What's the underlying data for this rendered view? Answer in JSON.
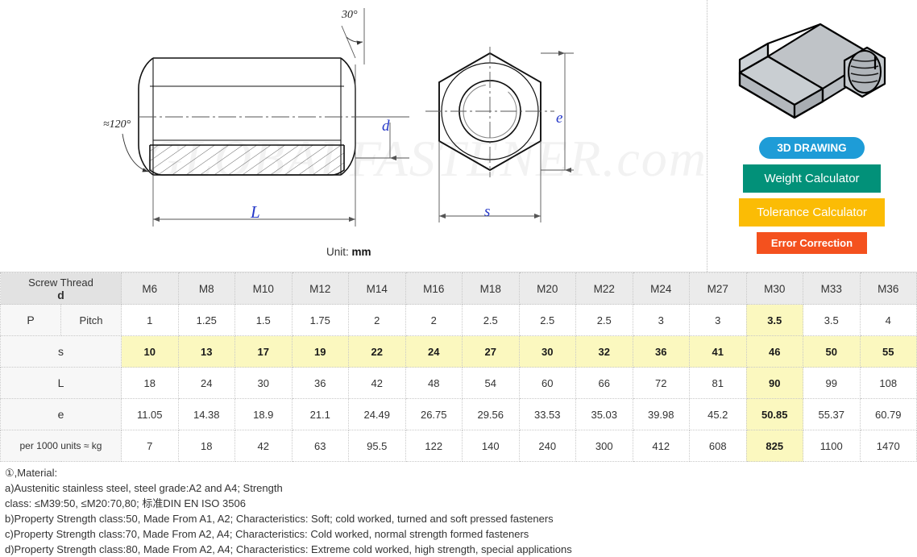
{
  "drawing": {
    "watermark": "GLOBALFASTENER.com",
    "angle_top": "30°",
    "angle_left": "≈120°",
    "label_d": "d",
    "label_e": "e",
    "label_s": "s",
    "label_L": "L",
    "unit_prefix": "Unit:",
    "unit_value": "mm"
  },
  "side_panel": {
    "product_image": "hex-coupling-nut-3d",
    "buttons": [
      {
        "label": "3D DRAWING",
        "color": "#1e9cd7",
        "name": "3d-drawing-button"
      },
      {
        "label": "Weight Calculator",
        "color": "#029179",
        "name": "weight-calculator-button"
      },
      {
        "label": "Tolerance Calculator",
        "color": "#fbbc05",
        "name": "tolerance-calculator-button"
      },
      {
        "label": "Error Correction",
        "color": "#f4511e",
        "name": "error-correction-button"
      }
    ]
  },
  "table": {
    "header_label_line1": "Screw Thread",
    "header_label_line2": "d",
    "sizes": [
      "M6",
      "M8",
      "M10",
      "M12",
      "M14",
      "M16",
      "M18",
      "M20",
      "M22",
      "M24",
      "M27",
      "M30",
      "M33",
      "M36"
    ],
    "p_symbol": "P",
    "rows": [
      {
        "label": "Pitch",
        "values": [
          "1",
          "1.25",
          "1.5",
          "1.75",
          "2",
          "2",
          "2.5",
          "2.5",
          "2.5",
          "3",
          "3",
          "3.5",
          "3.5",
          "4"
        ],
        "highlight_row": false
      },
      {
        "label": "s",
        "values": [
          "10",
          "13",
          "17",
          "19",
          "22",
          "24",
          "27",
          "30",
          "32",
          "36",
          "41",
          "46",
          "50",
          "55"
        ],
        "highlight_row": true
      },
      {
        "label": "L",
        "values": [
          "18",
          "24",
          "30",
          "36",
          "42",
          "48",
          "54",
          "60",
          "66",
          "72",
          "81",
          "90",
          "99",
          "108"
        ],
        "highlight_row": false
      },
      {
        "label": "e",
        "values": [
          "11.05",
          "14.38",
          "18.9",
          "21.1",
          "24.49",
          "26.75",
          "29.56",
          "33.53",
          "35.03",
          "39.98",
          "45.2",
          "50.85",
          "55.37",
          "60.79"
        ],
        "highlight_row": false
      },
      {
        "label": "per 1000 units ≈ kg",
        "values": [
          "7",
          "18",
          "42",
          "63",
          "95.5",
          "122",
          "140",
          "240",
          "300",
          "412",
          "608",
          "825",
          "1100",
          "1470"
        ],
        "highlight_row": false
      }
    ],
    "highlight_column_index": 11,
    "highlight_color": "#fbf8bf"
  },
  "notes": {
    "lines": [
      "①,Material:",
      "a)Austenitic stainless steel, steel grade:A2 and A4; Strength",
      "class: ≤M39:50, ≤M20:70,80;  标准DIN EN ISO 3506",
      "b)Property Strength class:50, Made From A1, A2;  Characteristics: Soft; cold worked, turned and soft pressed fasteners",
      "c)Property Strength class:70, Made From A2, A4;  Characteristics: Cold worked, normal strength formed fasteners",
      "d)Property Strength class:80, Made From A2, A4;  Characteristics: Extreme cold worked, high strength, special applications"
    ]
  }
}
